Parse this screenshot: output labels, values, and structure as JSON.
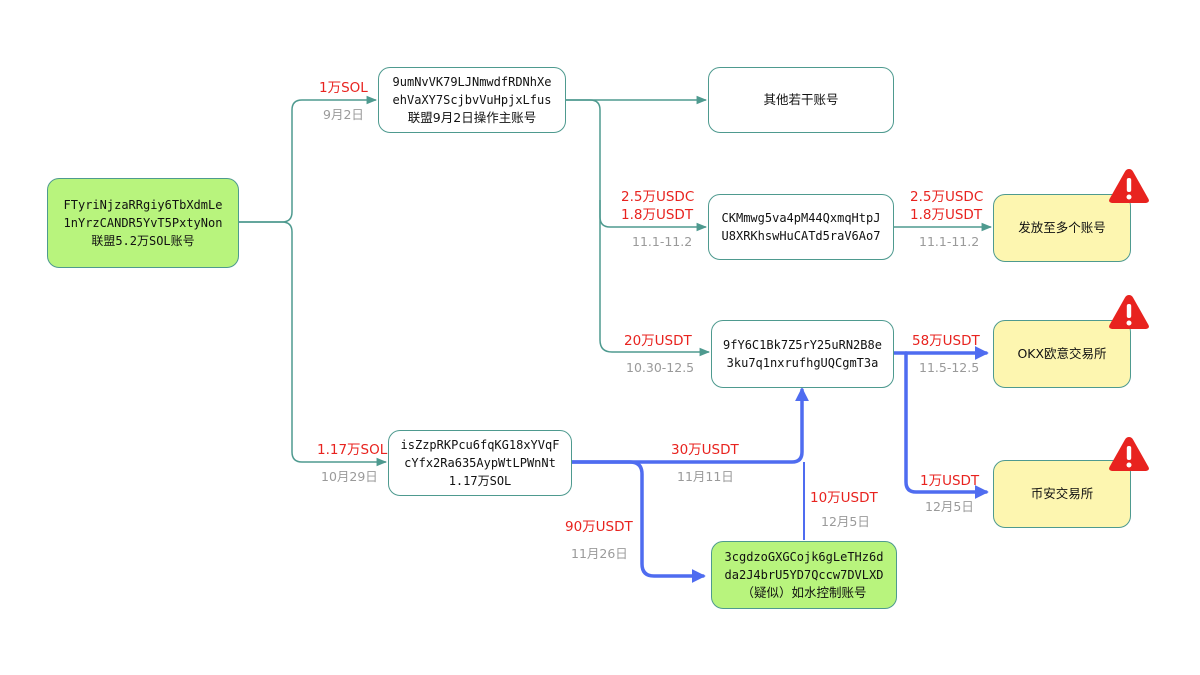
{
  "nodes": {
    "source": {
      "line1": "FTyriNjzaRRgiy6TbXdmLe",
      "line2": "1nYrzCANDR5YvT5PxtyNon",
      "line3": "联盟5.2万SOL账号"
    },
    "op9": {
      "line1": "9umNvVK79LJNmwdfRDNhXe",
      "line2": "ehVaXY7ScjbvVuHpjxLfus",
      "line3": "联盟9月2日操作主账号"
    },
    "others": {
      "line1": "其他若干账号"
    },
    "ckm": {
      "line1": "CKMmwg5va4pM44QxmqHtpJ",
      "line2": "U8XRKhswHuCATd5raV6Ao7"
    },
    "distribute": {
      "line1": "发放至多个账号"
    },
    "f9y": {
      "line1": "9fY6C1Bk7Z5rY25uRN2B8e",
      "line2": "3ku7q1nxrufhgUQCgmT3a"
    },
    "okx": {
      "line1": "OKX欧意交易所"
    },
    "isz": {
      "line1": "isZzpRKPcu6fqKG18xYVqF",
      "line2": "cYfx2Ra635AypWtLPWnNt",
      "line3": "1.17万SOL"
    },
    "binance": {
      "line1": "币安交易所"
    },
    "cgd": {
      "line1": "3cgdzoGXGCojk6gLeTHz6d",
      "line2": "da2J4brU5YD7Qccw7DVLXD",
      "line3": "（疑似）如水控制账号"
    }
  },
  "edges": {
    "e1": {
      "amount": "1万SOL",
      "date": "9月2日"
    },
    "e2": {
      "amount": "1.17万SOL",
      "date": "10月29日"
    },
    "e3": {
      "amount1": "2.5万USDC",
      "amount2": "1.8万USDT",
      "date": "11.1-11.2"
    },
    "e4": {
      "amount": "20万USDT",
      "date": "10.30-12.5"
    },
    "e5": {
      "amount1": "2.5万USDC",
      "amount2": "1.8万USDT",
      "date": "11.1-11.2"
    },
    "e6": {
      "amount": "58万USDT",
      "date": "11.5-12.5"
    },
    "e7": {
      "amount": "1万USDT",
      "date": "12月5日"
    },
    "e8": {
      "amount": "30万USDT",
      "date": "11月11日"
    },
    "e9": {
      "amount": "90万USDT",
      "date": "11月26日"
    },
    "e10": {
      "amount": "10万USDT",
      "date": "12月5日"
    }
  },
  "colors": {
    "teal": "#4e9a8f",
    "blue": "#4f6cf0",
    "red": "#e8231f",
    "grey": "#9a9a9a",
    "green_fill": "#b8f47d",
    "yellow_fill": "#fdf6b0"
  },
  "icons": [
    "warning-icon"
  ]
}
